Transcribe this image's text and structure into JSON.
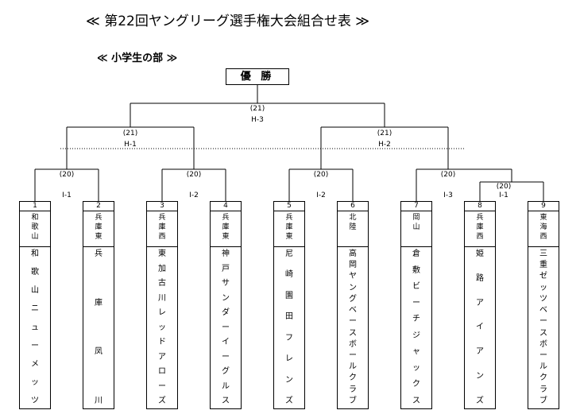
{
  "header": {
    "title": "≪ 第22回ヤングリーグ選手権大会組合せ表 ≫",
    "division": "≪ 小学生の部 ≫",
    "champion": "優 勝"
  },
  "bracket": {
    "final": {
      "innings": "(21)",
      "code": "H-3"
    },
    "semi_left": {
      "innings": "(21)",
      "code": "H-1"
    },
    "semi_right": {
      "innings": "(21)",
      "code": "H-2"
    },
    "q1": {
      "innings": "(20)",
      "code": "I-1"
    },
    "q2": {
      "innings": "(20)",
      "code": "I-2"
    },
    "q3": {
      "innings": "(20)",
      "code": "I-2"
    },
    "q4": {
      "innings": "(20)",
      "code": "I-3"
    },
    "r1": {
      "innings": "(20)",
      "code": "I-1"
    }
  },
  "teams": [
    {
      "num": "1",
      "pref": [
        "和",
        "歌",
        "山"
      ],
      "name": [
        "和",
        "歌",
        "山",
        "ニ",
        "ュ",
        "ー",
        "メ",
        "ッ",
        "ツ"
      ]
    },
    {
      "num": "2",
      "pref": [
        "兵",
        "庫",
        "東"
      ],
      "name": [
        "兵",
        "庫",
        "凤",
        "川"
      ]
    },
    {
      "num": "3",
      "pref": [
        "兵",
        "庫",
        "西"
      ],
      "name": [
        "東",
        "加",
        "古",
        "川",
        "レ",
        "ッ",
        "ド",
        "ア",
        "ロ",
        "ー",
        "ズ"
      ]
    },
    {
      "num": "4",
      "pref": [
        "兵",
        "庫",
        "東"
      ],
      "name": [
        "神",
        "戸",
        "サ",
        "ン",
        "ダ",
        "ー",
        "イ",
        "ー",
        "グ",
        "ル",
        "ス"
      ]
    },
    {
      "num": "5",
      "pref": [
        "兵",
        "庫",
        "東"
      ],
      "name": [
        "尼",
        "崎",
        "園",
        "田",
        "フ",
        "レ",
        "ン",
        "ズ"
      ]
    },
    {
      "num": "6",
      "pref": [
        "北",
        "陸"
      ],
      "name": [
        "高",
        "岡",
        "ヤ",
        "ン",
        "グ",
        "ベ",
        "ー",
        "ス",
        "ボ",
        "ー",
        "ル",
        "ク",
        "ラ",
        "ブ"
      ]
    },
    {
      "num": "7",
      "pref": [
        "岡",
        "山"
      ],
      "name": [
        "倉",
        "敷",
        "ビ",
        "ー",
        "チ",
        "ジ",
        "ャ",
        "ッ",
        "ク",
        "ス"
      ]
    },
    {
      "num": "8",
      "pref": [
        "兵",
        "庫",
        "西"
      ],
      "name": [
        "姫",
        "路",
        "ア",
        "イ",
        "ア",
        "ン",
        "ズ"
      ]
    },
    {
      "num": "9",
      "pref": [
        "東",
        "海",
        "西"
      ],
      "name": [
        "三",
        "重",
        "ゼ",
        "ッ",
        "ツ",
        "ベ",
        "ー",
        "ス",
        "ボ",
        "ー",
        "ル",
        "ク",
        "ラ",
        "ブ"
      ]
    }
  ]
}
